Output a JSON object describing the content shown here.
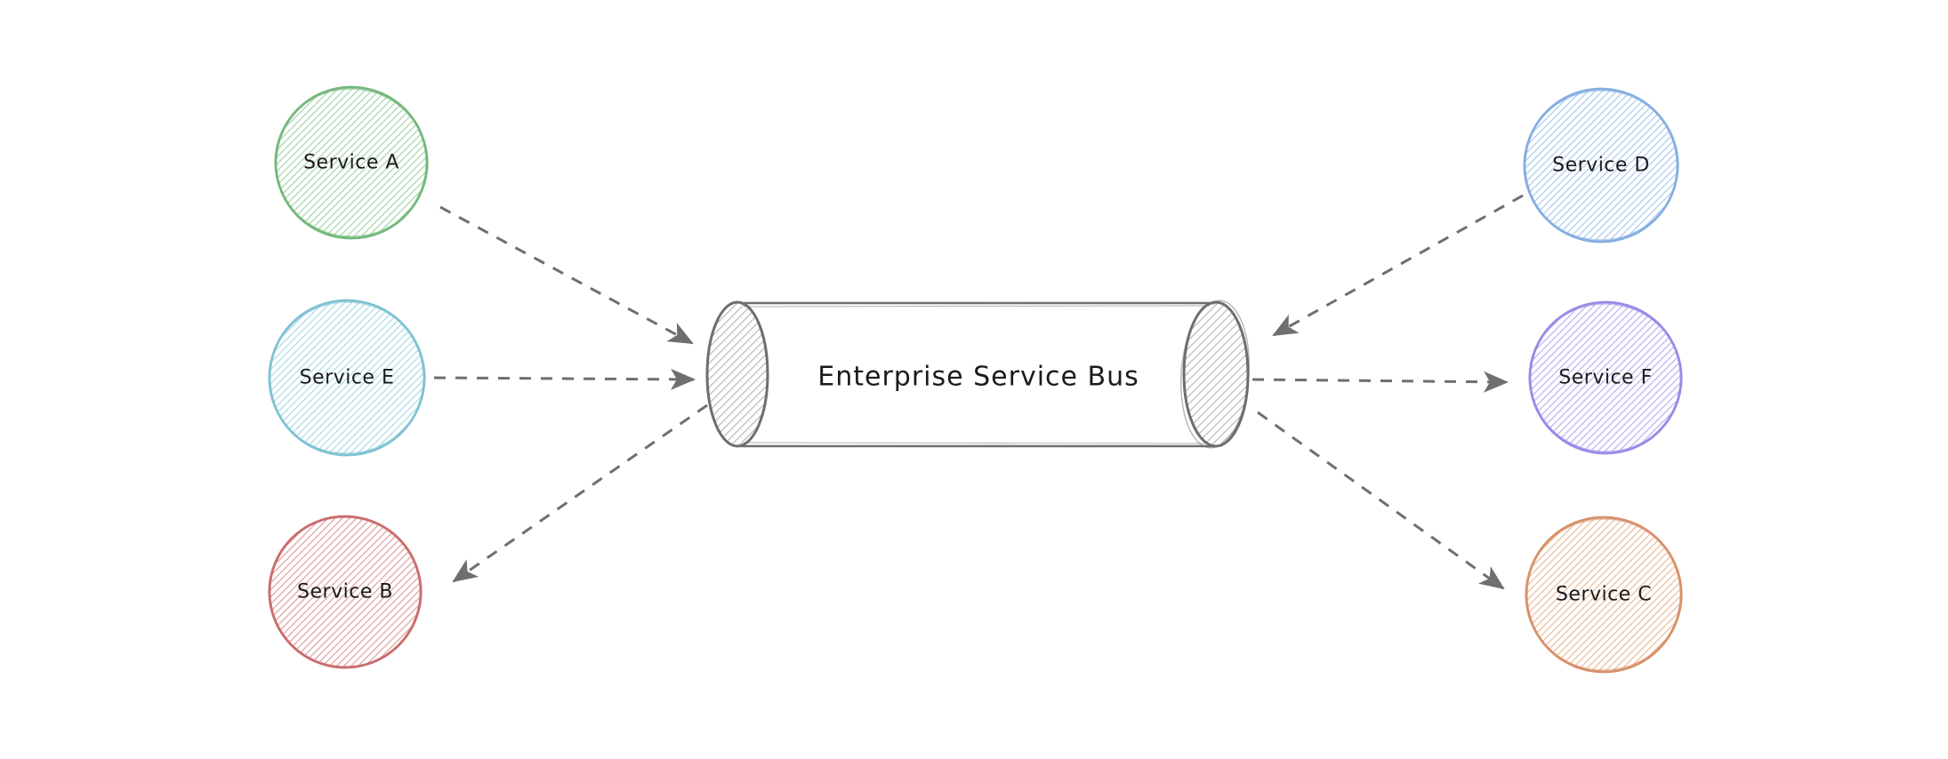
{
  "diagram": {
    "background": "#ffffff",
    "text_color": "#1b1b1b",
    "bus": {
      "label": "Enterprise Service Bus",
      "stroke_color": "#6e6e6e",
      "hatch_color": "#b4bac1"
    },
    "nodes": [
      {
        "id": "service-a",
        "label": "Service A",
        "stroke_color": "#74b87c",
        "hatch_color": "#a9d6ae"
      },
      {
        "id": "service-e",
        "label": "Service E",
        "stroke_color": "#7fc2d2",
        "hatch_color": "#abdce7"
      },
      {
        "id": "service-b",
        "label": "Service B",
        "stroke_color": "#c96e6e",
        "hatch_color": "#e2a4a4"
      },
      {
        "id": "service-d",
        "label": "Service D",
        "stroke_color": "#85aee1",
        "hatch_color": "#b0ccf0"
      },
      {
        "id": "service-f",
        "label": "Service F",
        "stroke_color": "#9b89e8",
        "hatch_color": "#c0b4f2"
      },
      {
        "id": "service-c",
        "label": "Service C",
        "stroke_color": "#d8906b",
        "hatch_color": "#edbf9e"
      }
    ],
    "edges": [
      {
        "from": "Service A",
        "to": "Enterprise Service Bus"
      },
      {
        "from": "Service E",
        "to": "Enterprise Service Bus"
      },
      {
        "from": "Enterprise Service Bus",
        "to": "Service B"
      },
      {
        "from": "Service D",
        "to": "Enterprise Service Bus"
      },
      {
        "from": "Enterprise Service Bus",
        "to": "Service F"
      },
      {
        "from": "Enterprise Service Bus",
        "to": "Service C"
      }
    ],
    "edge_style": {
      "color": "#6f6f6f",
      "line": "dashed"
    }
  }
}
